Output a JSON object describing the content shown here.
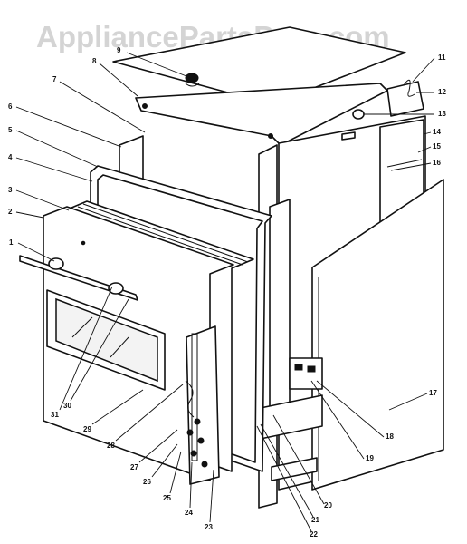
{
  "watermark": "AppliancePartsPros.com",
  "callouts": [
    {
      "id": "1",
      "label": "1"
    },
    {
      "id": "2",
      "label": "2"
    },
    {
      "id": "3",
      "label": "3"
    },
    {
      "id": "4",
      "label": "4"
    },
    {
      "id": "5",
      "label": "5"
    },
    {
      "id": "6",
      "label": "6"
    },
    {
      "id": "7",
      "label": "7"
    },
    {
      "id": "8",
      "label": "8"
    },
    {
      "id": "9",
      "label": "9"
    },
    {
      "id": "11",
      "label": "11"
    },
    {
      "id": "12",
      "label": "12"
    },
    {
      "id": "13",
      "label": "13"
    },
    {
      "id": "14",
      "label": "14"
    },
    {
      "id": "15",
      "label": "15"
    },
    {
      "id": "16",
      "label": "16"
    },
    {
      "id": "17",
      "label": "17"
    },
    {
      "id": "18",
      "label": "18"
    },
    {
      "id": "19",
      "label": "19"
    },
    {
      "id": "20",
      "label": "20"
    },
    {
      "id": "21",
      "label": "21"
    },
    {
      "id": "22",
      "label": "22"
    },
    {
      "id": "23",
      "label": "23"
    },
    {
      "id": "24",
      "label": "24"
    },
    {
      "id": "25",
      "label": "25"
    },
    {
      "id": "26",
      "label": "26"
    },
    {
      "id": "27",
      "label": "27"
    },
    {
      "id": "28",
      "label": "28"
    },
    {
      "id": "29",
      "label": "29"
    },
    {
      "id": "30",
      "label": "30"
    },
    {
      "id": "31",
      "label": "31"
    }
  ]
}
